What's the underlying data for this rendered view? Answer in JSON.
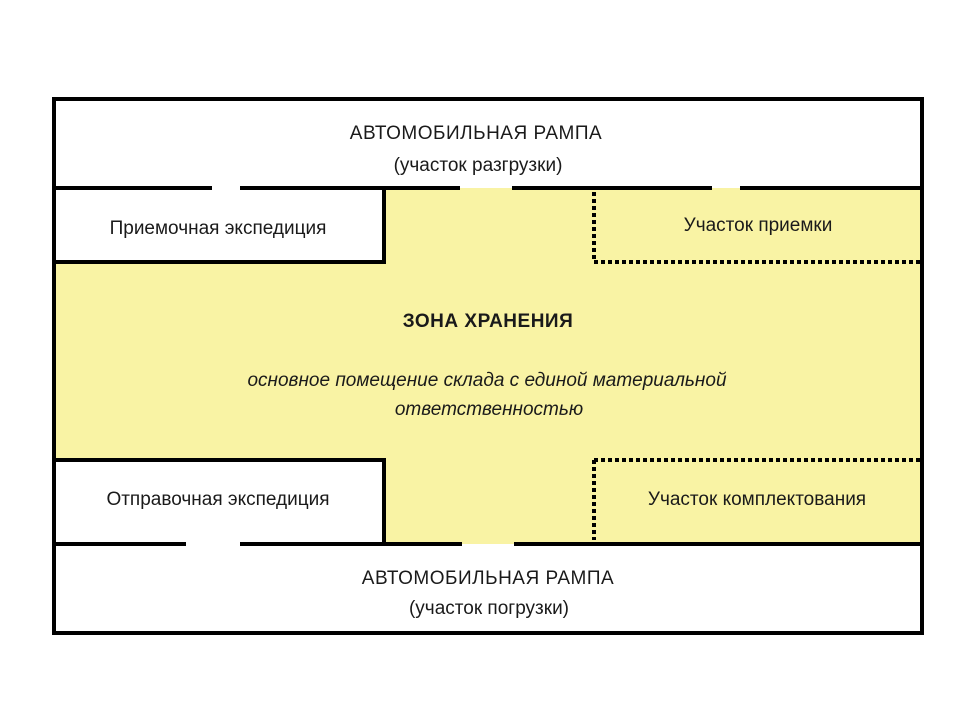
{
  "colors": {
    "zone_fill": "#f9f3a4",
    "wall": "#000000",
    "background": "#ffffff"
  },
  "top_ramp": {
    "title": "АВТОМОБИЛЬНАЯ РАМПА",
    "subtitle": "(участок разгрузки)"
  },
  "receiving_expedition": {
    "label": "Приемочная экспедиция"
  },
  "acceptance_area": {
    "label": "Участок приемки"
  },
  "storage_zone": {
    "title": "ЗОНА ХРАНЕНИЯ",
    "description_line1": "основное помещение склада с единой материальной",
    "description_line2": "ответственностью"
  },
  "dispatch_expedition": {
    "label": "Отправочная экспедиция"
  },
  "picking_area": {
    "label": "Участок комплектования"
  },
  "bottom_ramp": {
    "title": "АВТОМОБИЛЬНАЯ РАМПА",
    "subtitle": "(участок погрузки)"
  }
}
